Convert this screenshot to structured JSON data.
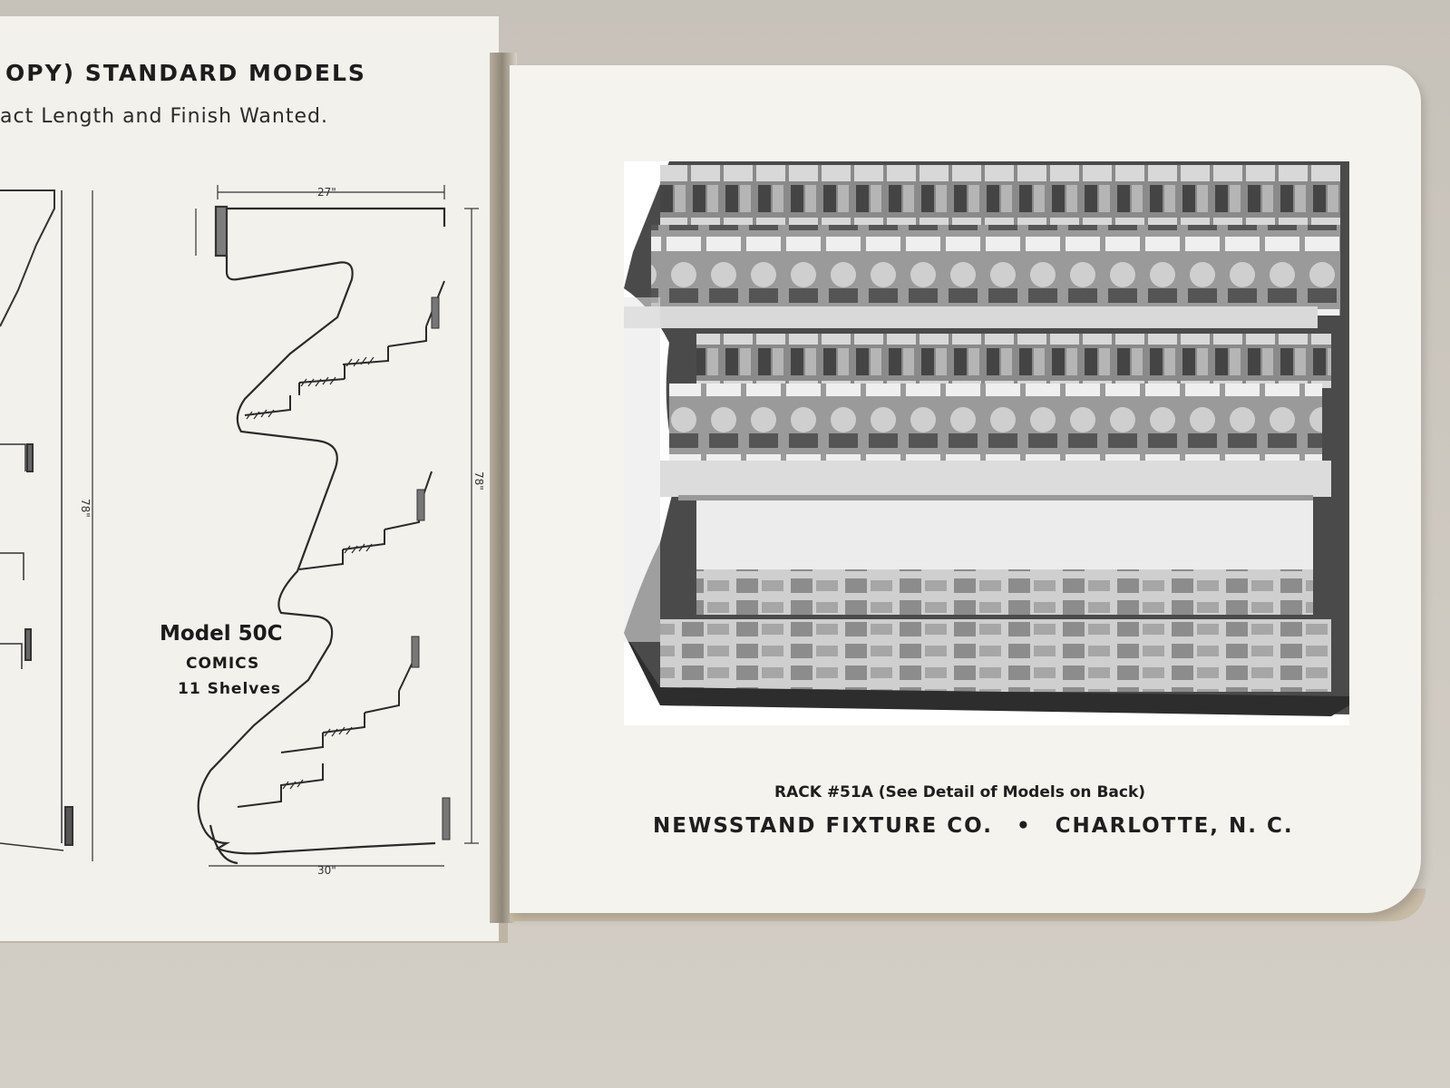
{
  "left_page": {
    "heading": "OPY)  STANDARD MODELS",
    "subheading": "act Length and Finish Wanted.",
    "drawing": {
      "dimension_top": "27\"",
      "dimension_bottom": "30\"",
      "dimension_height": "78\"",
      "dimension_left_height": "78\""
    },
    "model": {
      "title": "Model 50C",
      "category": "COMICS",
      "shelves": "11 Shelves"
    }
  },
  "right_page": {
    "photo_caption": "RACK #51A (See Detail of Models on Back)",
    "company_name": "NEWSSTAND FIXTURE CO.",
    "separator": "•",
    "company_location": "CHARLOTTE, N. C."
  },
  "colors": {
    "paper": "#f3f2ed",
    "ink": "#1d1d1d",
    "table": "#c9c4bb"
  }
}
